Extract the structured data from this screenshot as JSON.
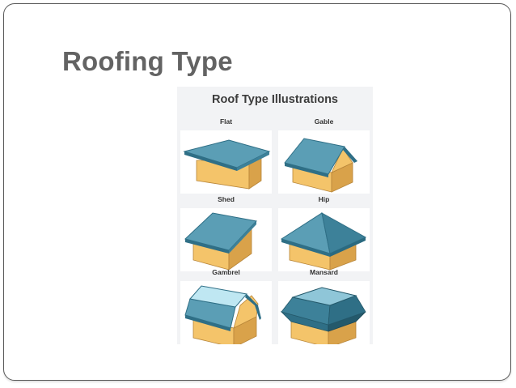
{
  "slide": {
    "title": "Roofing Type"
  },
  "illustration": {
    "title": "Roof Type Illustrations",
    "roof_types": [
      {
        "label": "Flat",
        "icon": "flat-roof-house-icon"
      },
      {
        "label": "Gable",
        "icon": "gable-roof-house-icon"
      },
      {
        "label": "Shed",
        "icon": "shed-roof-house-icon"
      },
      {
        "label": "Hip",
        "icon": "hip-roof-house-icon"
      },
      {
        "label": "Gambrel",
        "icon": "gambrel-roof-house-icon"
      },
      {
        "label": "Mansard",
        "icon": "mansard-roof-house-icon"
      }
    ]
  },
  "colors": {
    "title_text": "#636363",
    "roof_blue": "#5b9eb5",
    "roof_dark": "#2f6f86",
    "wall_yellow": "#f4c46a",
    "wall_shadow": "#d9a24a"
  }
}
